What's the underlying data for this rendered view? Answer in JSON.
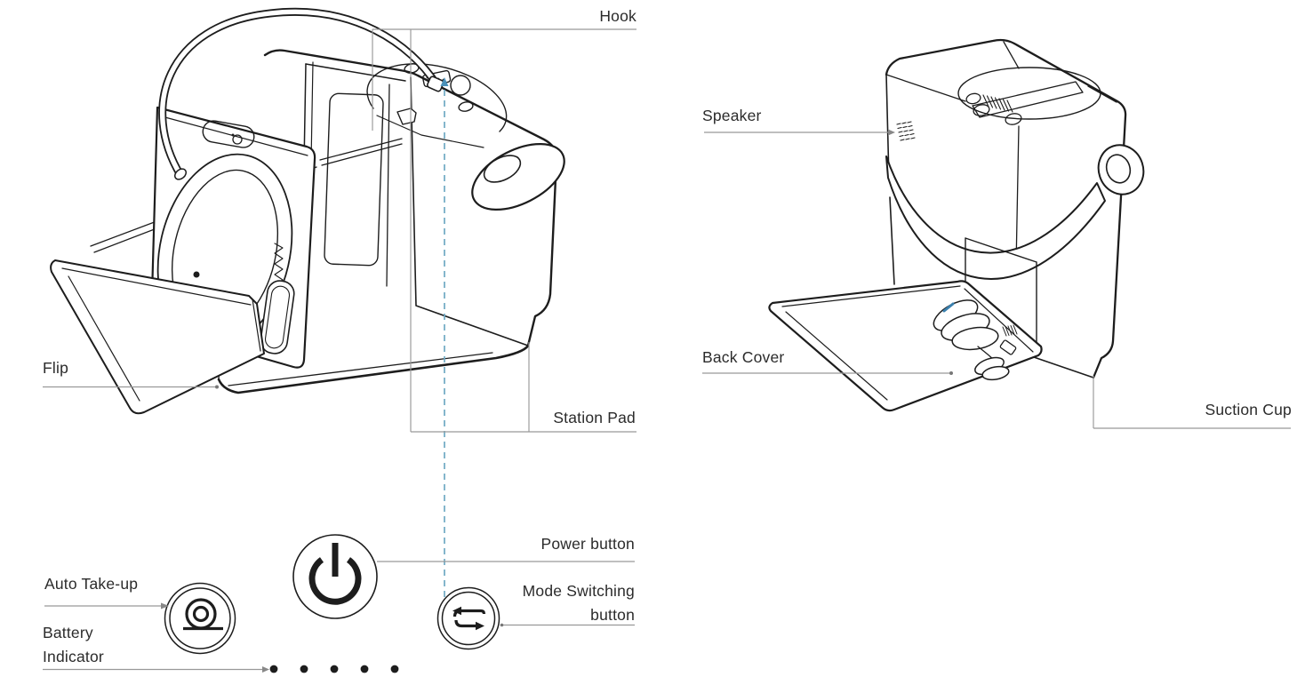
{
  "document": {
    "type": "product-parts-diagram",
    "views": [
      "front-open-view-with-robot",
      "rear-view-open-back-cover"
    ]
  },
  "colors": {
    "background": "#ffffff",
    "line_art": "#1d1d1d",
    "callout_line": "#999999",
    "label_text": "#2b2b2b",
    "guide_dashed_line": "#6fa9c4",
    "guide_arrow": "#4a90b8",
    "cable_tie_accent": "#3a80ae"
  },
  "front_view": {
    "labels": {
      "hook": "Hook",
      "flip": "Flip",
      "station_pad": "Station Pad",
      "power_button": "Power button",
      "mode_switching_button": "Mode Switching button",
      "auto_take_up": "Auto Take-up",
      "battery_indicator": "Battery Indicator"
    },
    "battery_indicator_dots": 5,
    "button_icons": [
      "power",
      "mode-switching-loop-arrows",
      "auto-take-up-coil"
    ]
  },
  "rear_view": {
    "labels": {
      "speaker": "Speaker",
      "back_cover": "Back Cover",
      "suction_cup": "Suction Cup"
    }
  }
}
